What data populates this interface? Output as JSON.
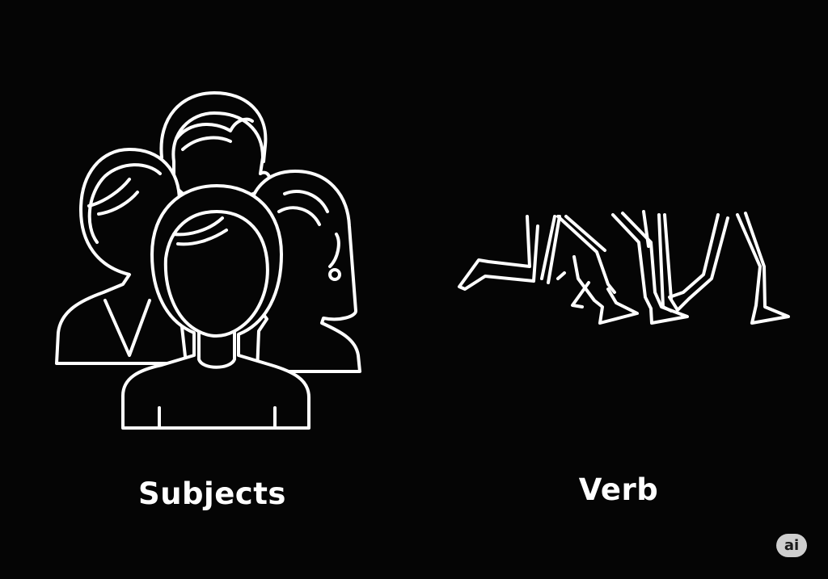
{
  "colors": {
    "background": "#050505",
    "line": "#ffffff",
    "badge_bg": "#cfcfcf",
    "badge_text": "#1a1a1a"
  },
  "illustrations": {
    "left_icon": "group-of-people-icon",
    "right_icon": "running-legs-icon"
  },
  "captions": {
    "subjects": "Subjects",
    "verb": "Verb"
  },
  "badge": {
    "label": "ai"
  }
}
